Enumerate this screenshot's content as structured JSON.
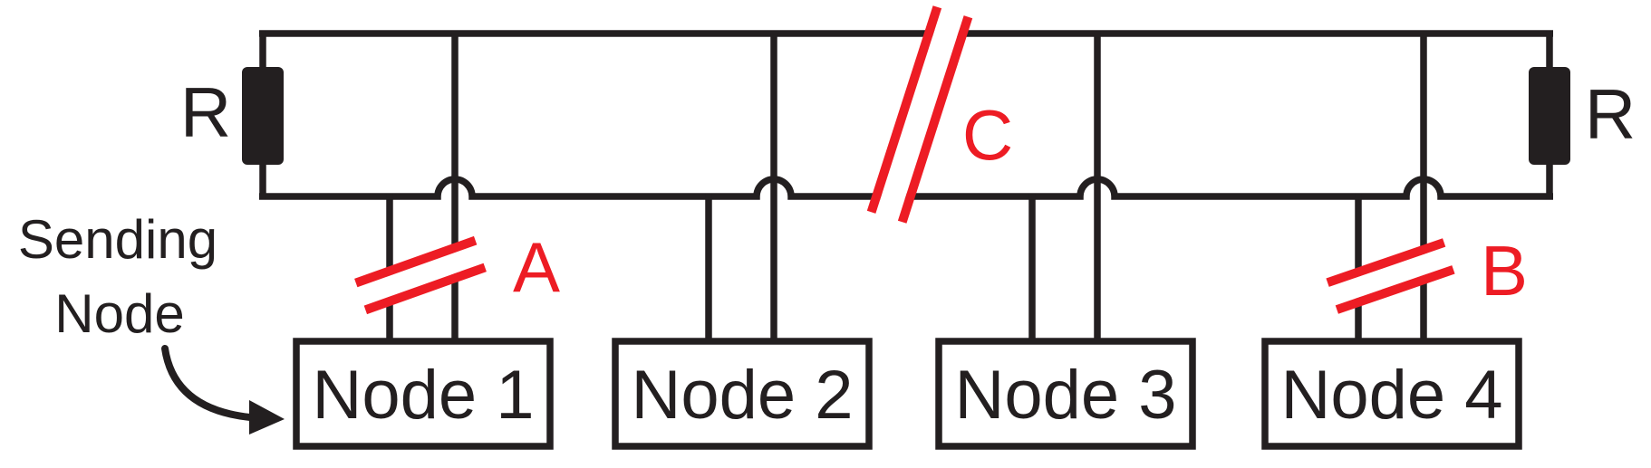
{
  "diagram": {
    "type": "bus-network-topology-schematic",
    "colors": {
      "wire": "#231F20",
      "break_mark": "#ED1C24",
      "background": "#FFFFFF"
    },
    "terminators": {
      "left_label": "R",
      "right_label": "R"
    },
    "nodes": [
      {
        "label": "Node 1"
      },
      {
        "label": "Node 2"
      },
      {
        "label": "Node 3"
      },
      {
        "label": "Node 4"
      }
    ],
    "breaks": [
      {
        "label": "A"
      },
      {
        "label": "B"
      },
      {
        "label": "C"
      }
    ],
    "annotation": {
      "line1": "Sending",
      "line2": "Node"
    }
  }
}
